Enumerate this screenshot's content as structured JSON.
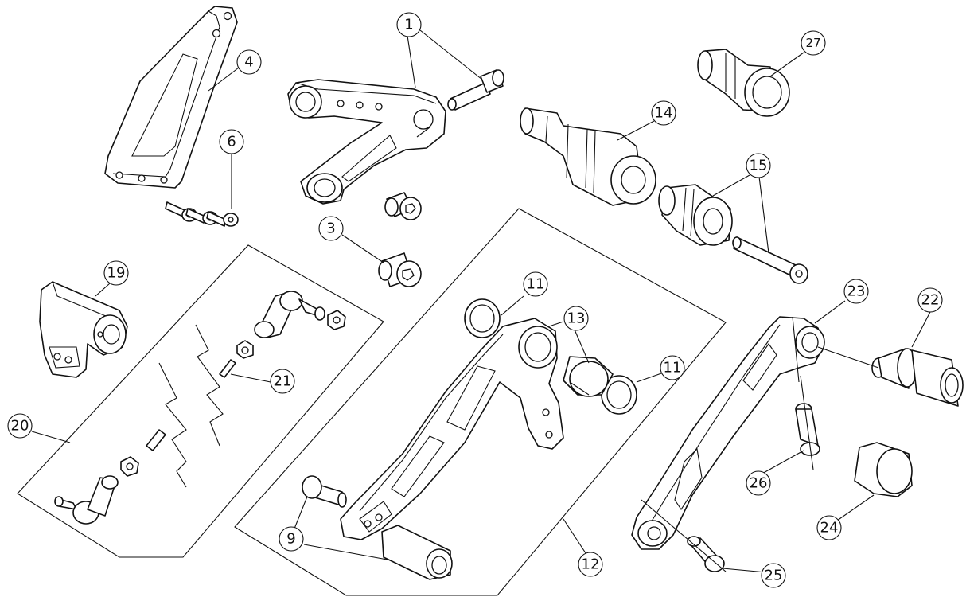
{
  "diagram": {
    "type": "exploded-parts-diagram",
    "colors": {
      "line": "#111111",
      "background": "#ffffff"
    },
    "callouts": [
      {
        "id": "c1",
        "label": "1"
      },
      {
        "id": "c3",
        "label": "3"
      },
      {
        "id": "c4",
        "label": "4"
      },
      {
        "id": "c6",
        "label": "6"
      },
      {
        "id": "c9",
        "label": "9"
      },
      {
        "id": "c11a",
        "label": "11"
      },
      {
        "id": "c11b",
        "label": "11"
      },
      {
        "id": "c12",
        "label": "12"
      },
      {
        "id": "c13",
        "label": "13"
      },
      {
        "id": "c14",
        "label": "14"
      },
      {
        "id": "c15",
        "label": "15"
      },
      {
        "id": "c19",
        "label": "19"
      },
      {
        "id": "c20",
        "label": "20"
      },
      {
        "id": "c21",
        "label": "21"
      },
      {
        "id": "c22",
        "label": "22"
      },
      {
        "id": "c23",
        "label": "23"
      },
      {
        "id": "c24",
        "label": "24"
      },
      {
        "id": "c25",
        "label": "25"
      },
      {
        "id": "c26",
        "label": "26"
      },
      {
        "id": "c27",
        "label": "27"
      }
    ]
  }
}
